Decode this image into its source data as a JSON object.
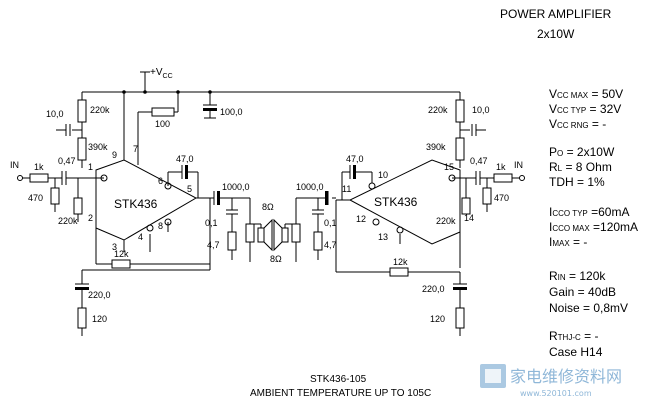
{
  "title": {
    "line1": "POWER AMPLIFIER",
    "line2": "2x10W"
  },
  "supply": {
    "vcc": "+V",
    "vcc_sub": "CC"
  },
  "ic": {
    "name": "STK436"
  },
  "left": {
    "r_10": "10,0",
    "r_220k_top": "220k",
    "r_390k": "390k",
    "in": "IN",
    "r_1k": "1k",
    "c_047": "0,47",
    "r_470": "470",
    "r_220k_bot": "220k",
    "c_47": "47,0",
    "c_1000": "1000,0",
    "c_01": "0,1",
    "r_47": "4,7",
    "r_12k": "12k",
    "c_220": "220,0",
    "r_120": "120",
    "r_100": "100",
    "c_100": "100,0",
    "spk": "8Ω",
    "pins": {
      "p1": "1",
      "p2": "2",
      "p3": "3",
      "p4": "4",
      "p5": "5",
      "p6": "6",
      "p7": "7",
      "p8": "8",
      "p9": "9"
    }
  },
  "right": {
    "r_220k": "220k",
    "r_10": "10,0",
    "r_390k": "390k",
    "c_47": "47,0",
    "c_047": "0,47",
    "r_1k": "1k",
    "in": "IN",
    "r_470": "470",
    "r_220k_bot": "220k",
    "c_1000": "1000,0",
    "c_01": "0,1",
    "r_47": "4,7",
    "r_12k": "12k",
    "c_220": "220,0",
    "r_120": "120",
    "spk": "8Ω",
    "pins": {
      "p10": "10",
      "p11": "11",
      "p12": "12",
      "p13": "13",
      "p14": "14",
      "p15": "15"
    }
  },
  "specs": [
    {
      "pre": "V",
      "sub": "CC MAX",
      "post": " = 50V"
    },
    {
      "pre": "V",
      "sub": "CC TYP",
      "post": " = 32V"
    },
    {
      "pre": "V",
      "sub": "CC RNG",
      "post": " = -"
    },
    {
      "pre": "P",
      "sub": "O",
      "post": " = 2x10W"
    },
    {
      "pre": "R",
      "sub": "L",
      "post": " = 8 Ohm"
    },
    {
      "pre": "",
      "sub": "",
      "post": "TDH = 1%"
    },
    {
      "pre": "I",
      "sub": "CCO TYP",
      "post": " =60mA"
    },
    {
      "pre": "I",
      "sub": "CCO MAX",
      "post": " =120mA"
    },
    {
      "pre": "I",
      "sub": "MAX",
      "post": " = -"
    },
    {
      "pre": "R",
      "sub": "IN",
      "post": " = 120k"
    },
    {
      "pre": "",
      "sub": "",
      "post": "Gain = 40dB"
    },
    {
      "pre": "",
      "sub": "",
      "post": "Noise = 0,8mV"
    },
    {
      "pre": "R",
      "sub": "THJ-C",
      "post": " = -"
    },
    {
      "pre": "",
      "sub": "",
      "post": "Case H14"
    }
  ],
  "footer": {
    "line1": "STK436-105",
    "line2": "AMBIENT TEMPERATURE UP TO 105C"
  },
  "watermark": {
    "text": "家电维修资料网",
    "url": "www.520101.com"
  }
}
